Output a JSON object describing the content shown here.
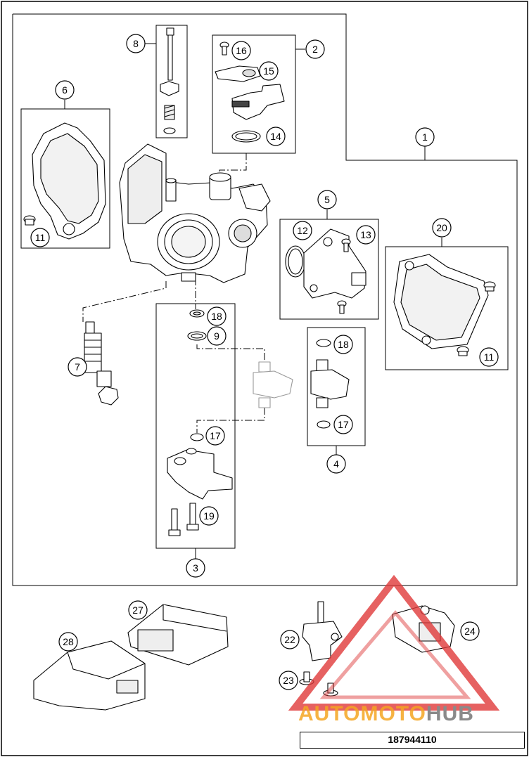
{
  "document": {
    "number": "187944110"
  },
  "callouts": [
    {
      "id": "c1",
      "label": "1"
    },
    {
      "id": "c2",
      "label": "2"
    },
    {
      "id": "c3",
      "label": "3"
    },
    {
      "id": "c4",
      "label": "4"
    },
    {
      "id": "c5",
      "label": "5"
    },
    {
      "id": "c6",
      "label": "6"
    },
    {
      "id": "c7",
      "label": "7"
    },
    {
      "id": "c8",
      "label": "8"
    },
    {
      "id": "c9",
      "label": "9"
    },
    {
      "id": "c11a",
      "label": "11"
    },
    {
      "id": "c11b",
      "label": "11"
    },
    {
      "id": "c12",
      "label": "12"
    },
    {
      "id": "c13",
      "label": "13"
    },
    {
      "id": "c14",
      "label": "14"
    },
    {
      "id": "c15",
      "label": "15"
    },
    {
      "id": "c16",
      "label": "16"
    },
    {
      "id": "c17a",
      "label": "17"
    },
    {
      "id": "c17b",
      "label": "17"
    },
    {
      "id": "c18a",
      "label": "18"
    },
    {
      "id": "c18b",
      "label": "18"
    },
    {
      "id": "c19",
      "label": "19"
    },
    {
      "id": "c20",
      "label": "20"
    },
    {
      "id": "c22",
      "label": "22"
    },
    {
      "id": "c23",
      "label": "23"
    },
    {
      "id": "c24",
      "label": "24"
    },
    {
      "id": "c27",
      "label": "27"
    },
    {
      "id": "c28",
      "label": "28"
    }
  ],
  "watermark": {
    "text_part1": "AUTOMOTO",
    "text_part2": "HUB",
    "color_red": "#e03a3a",
    "color_orange": "#f5a623",
    "color_gray": "#8a8a8a"
  }
}
